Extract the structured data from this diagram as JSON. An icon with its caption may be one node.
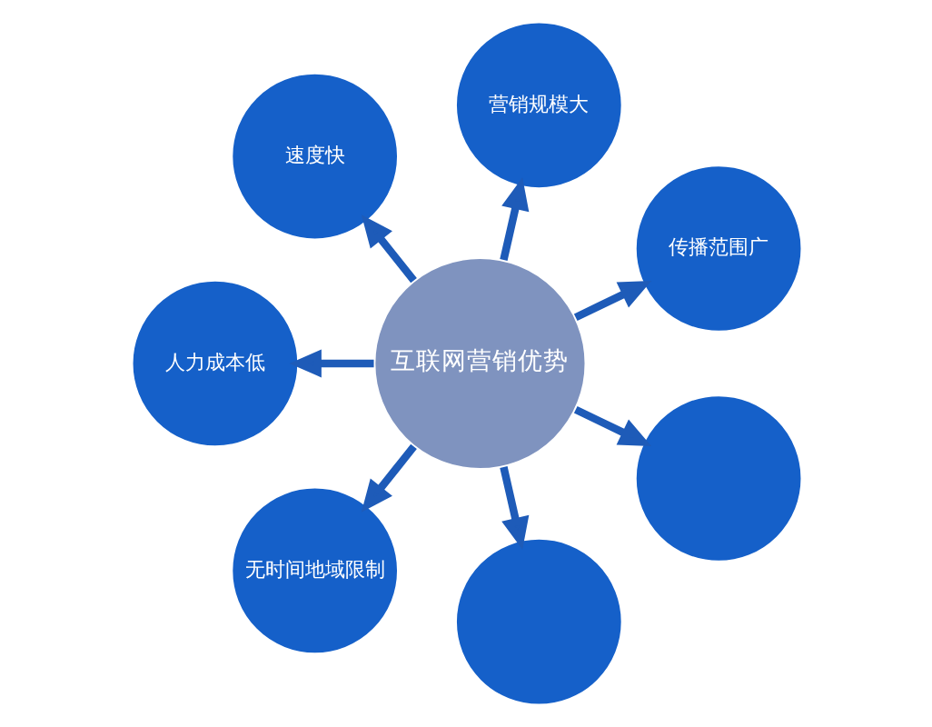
{
  "diagram": {
    "nodes": [
      {
        "text": [
          "互联网营销优势"
        ]
      },
      {
        "text": [
          "传播范围广"
        ]
      },
      {
        "text": [
          "营销规模大"
        ]
      },
      {
        "text": [
          "速度快"
        ]
      },
      {
        "text": [
          "人力成本低"
        ]
      },
      {
        "text": [
          "无时间地域限制"
        ]
      },
      {
        "text": [],
        "shape": "circle"
      },
      {
        "text": [],
        "shape": "circle"
      }
    ],
    "edges": [
      {
        "from": 0,
        "to": 1,
        "arrow": "to"
      },
      {
        "from": 0,
        "to": 2,
        "arrow": "to"
      },
      {
        "from": 0,
        "to": 3,
        "arrow": "to"
      },
      {
        "from": 0,
        "to": 4,
        "arrow": "to"
      },
      {
        "from": 0,
        "to": 5,
        "arrow": "to"
      },
      {
        "from": 0,
        "to": 6,
        "arrow": "to"
      },
      {
        "from": 0,
        "to": 7,
        "arrow": "to"
      }
    ]
  }
}
